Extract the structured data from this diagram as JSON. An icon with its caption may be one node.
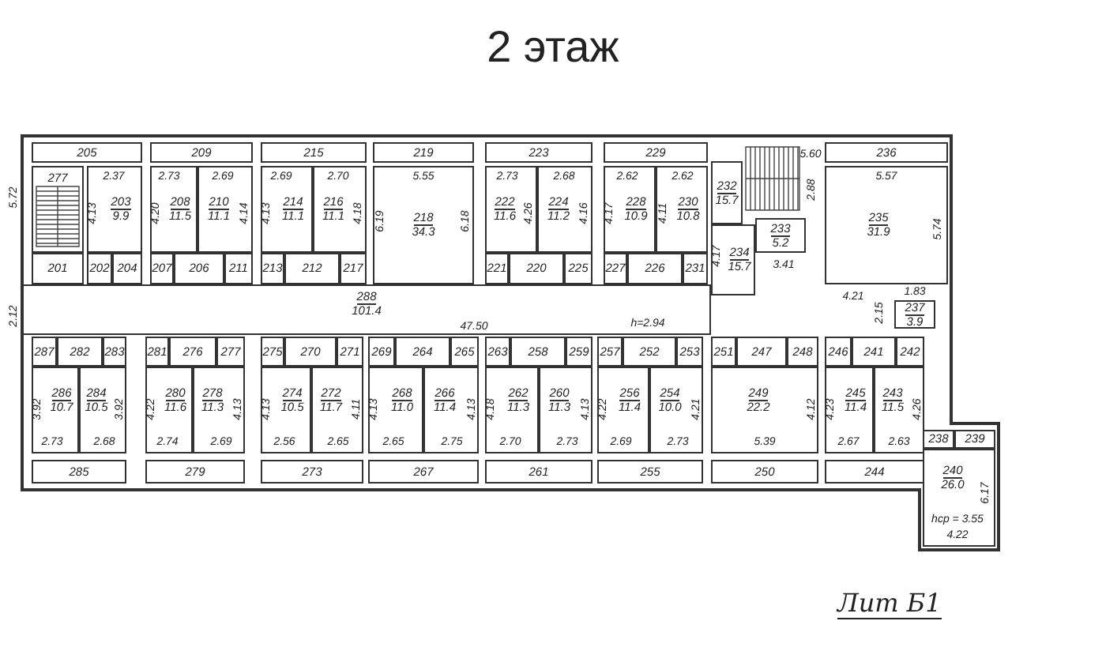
{
  "diagram": {
    "title": "2 этаж",
    "caption": "Лит Б1",
    "nodes": [
      {
        "text": [
          "205"
        ]
      },
      {
        "text": [
          "209"
        ]
      },
      {
        "text": [
          "215"
        ]
      },
      {
        "text": [
          "219"
        ]
      },
      {
        "text": [
          "223"
        ]
      },
      {
        "text": [
          "229"
        ]
      },
      {
        "text": [
          "236"
        ]
      },
      {
        "text": [
          "277"
        ]
      },
      {
        "text": [
          "203",
          "9.9"
        ]
      },
      {
        "text": [
          "208",
          "11.5"
        ]
      },
      {
        "text": [
          "210",
          "11.1"
        ]
      },
      {
        "text": [
          "214",
          "11.1"
        ]
      },
      {
        "text": [
          "216",
          "11.1"
        ]
      },
      {
        "text": [
          "218",
          "34.3"
        ]
      },
      {
        "text": [
          "222",
          "11.6"
        ]
      },
      {
        "text": [
          "224",
          "11.2"
        ]
      },
      {
        "text": [
          "228",
          "10.9"
        ]
      },
      {
        "text": [
          "230",
          "10.8"
        ]
      },
      {
        "text": [
          "232",
          "15.7"
        ]
      },
      {
        "text": [
          "235",
          "31.9"
        ]
      },
      {
        "text": [
          "201"
        ]
      },
      {
        "text": [
          "202"
        ]
      },
      {
        "text": [
          "204"
        ]
      },
      {
        "text": [
          "207"
        ]
      },
      {
        "text": [
          "206"
        ]
      },
      {
        "text": [
          "211"
        ]
      },
      {
        "text": [
          "213"
        ]
      },
      {
        "text": [
          "212"
        ]
      },
      {
        "text": [
          "217"
        ]
      },
      {
        "text": [
          "221"
        ]
      },
      {
        "text": [
          "220"
        ]
      },
      {
        "text": [
          "225"
        ]
      },
      {
        "text": [
          "227"
        ]
      },
      {
        "text": [
          "226"
        ]
      },
      {
        "text": [
          "231"
        ]
      },
      {
        "text": [
          "233",
          "5.2"
        ]
      },
      {
        "text": [
          "234",
          "15.7"
        ]
      },
      {
        "text": [
          "288",
          "101.4"
        ]
      },
      {
        "text": [
          "237",
          "3.9"
        ]
      },
      {
        "text": [
          "287"
        ]
      },
      {
        "text": [
          "282"
        ]
      },
      {
        "text": [
          "283"
        ]
      },
      {
        "text": [
          "281"
        ]
      },
      {
        "text": [
          "276"
        ]
      },
      {
        "text": [
          "277"
        ]
      },
      {
        "text": [
          "275"
        ]
      },
      {
        "text": [
          "270"
        ]
      },
      {
        "text": [
          "271"
        ]
      },
      {
        "text": [
          "269"
        ]
      },
      {
        "text": [
          "264"
        ]
      },
      {
        "text": [
          "265"
        ]
      },
      {
        "text": [
          "263"
        ]
      },
      {
        "text": [
          "258"
        ]
      },
      {
        "text": [
          "259"
        ]
      },
      {
        "text": [
          "257"
        ]
      },
      {
        "text": [
          "252"
        ]
      },
      {
        "text": [
          "253"
        ]
      },
      {
        "text": [
          "251"
        ]
      },
      {
        "text": [
          "247"
        ]
      },
      {
        "text": [
          "248"
        ]
      },
      {
        "text": [
          "246"
        ]
      },
      {
        "text": [
          "241"
        ]
      },
      {
        "text": [
          "242"
        ]
      },
      {
        "text": [
          "286",
          "10.7"
        ]
      },
      {
        "text": [
          "284",
          "10.5"
        ]
      },
      {
        "text": [
          "280",
          "11.6"
        ]
      },
      {
        "text": [
          "278",
          "11.3"
        ]
      },
      {
        "text": [
          "274",
          "10.5"
        ]
      },
      {
        "text": [
          "272",
          "11.7"
        ]
      },
      {
        "text": [
          "268",
          "11.0"
        ]
      },
      {
        "text": [
          "266",
          "11.4"
        ]
      },
      {
        "text": [
          "262",
          "11.3"
        ]
      },
      {
        "text": [
          "260",
          "11.3"
        ]
      },
      {
        "text": [
          "256",
          "11.4"
        ]
      },
      {
        "text": [
          "254",
          "10.0"
        ]
      },
      {
        "text": [
          "249",
          "22.2"
        ]
      },
      {
        "text": [
          "245",
          "11.4"
        ]
      },
      {
        "text": [
          "243",
          "11.5"
        ]
      },
      {
        "text": [
          "285"
        ]
      },
      {
        "text": [
          "279"
        ]
      },
      {
        "text": [
          "273"
        ]
      },
      {
        "text": [
          "267"
        ]
      },
      {
        "text": [
          "261"
        ]
      },
      {
        "text": [
          "255"
        ]
      },
      {
        "text": [
          "250"
        ]
      },
      {
        "text": [
          "244"
        ]
      },
      {
        "text": [
          "238"
        ]
      },
      {
        "text": [
          "239"
        ]
      },
      {
        "text": [
          "240",
          "26.0"
        ]
      }
    ],
    "labels": [
      "5.72",
      "2.37",
      "4.13",
      "2.73",
      "4.20",
      "2.69",
      "4.14",
      "2.69",
      "4.13",
      "2.70",
      "4.18",
      "5.55",
      "6.19",
      "6.18",
      "2.73",
      "4.26",
      "2.68",
      "4.16",
      "2.62",
      "4.17",
      "2.62",
      "4.11",
      "5.60",
      "2.88",
      "4.17",
      "3.41",
      "5.57",
      "5.74",
      "4.21",
      "2.15",
      "1.83",
      "2.12",
      "47.50",
      "h=2.94",
      "3.92",
      "3.92",
      "4.22",
      "4.13",
      "4.13",
      "4.11",
      "4.13",
      "4.13",
      "4.18",
      "4.13",
      "4.22",
      "4.21",
      "4.12",
      "4.23",
      "4.26",
      "2.73",
      "2.68",
      "2.74",
      "2.69",
      "2.56",
      "2.65",
      "2.65",
      "2.75",
      "2.70",
      "2.73",
      "2.69",
      "2.73",
      "5.39",
      "2.67",
      "2.63",
      "6.17",
      "hср = 3.55",
      "4.22"
    ]
  }
}
